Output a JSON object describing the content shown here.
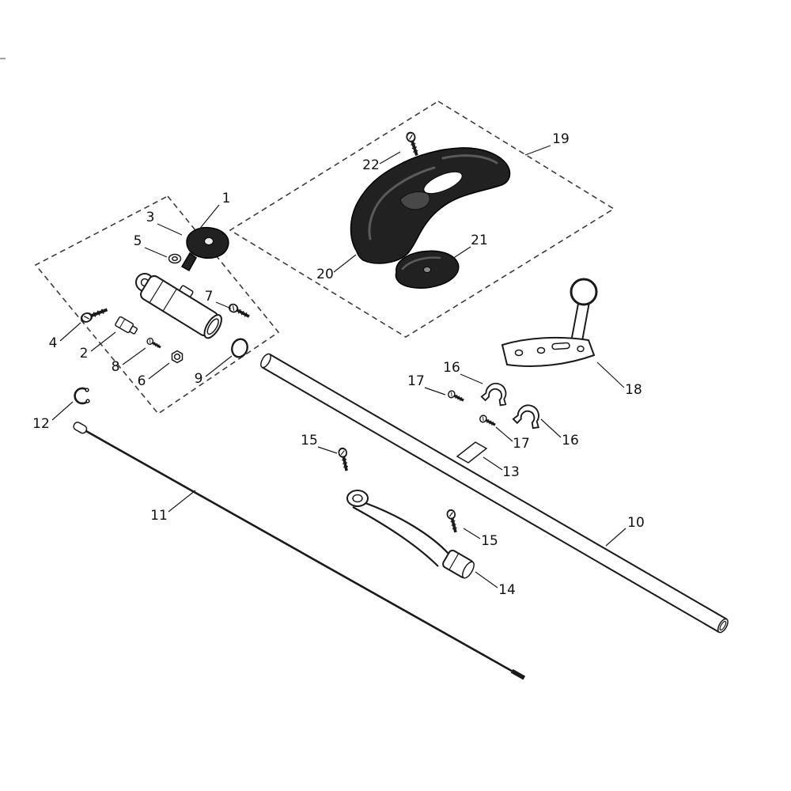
{
  "page": {
    "background_color": "#ffffff",
    "line_color": "#1a1a1a"
  },
  "diagram": {
    "kind": "exploded-parts-diagram",
    "description": "Exploded view of shaft, handle and bracket assembly with numbered part callouts",
    "callouts": [
      {
        "part": "1"
      },
      {
        "part": "3"
      },
      {
        "part": "5"
      },
      {
        "part": "7"
      },
      {
        "part": "4"
      },
      {
        "part": "2"
      },
      {
        "part": "8"
      },
      {
        "part": "6"
      },
      {
        "part": "9"
      },
      {
        "part": "12"
      },
      {
        "part": "11"
      },
      {
        "part": "15"
      },
      {
        "part": "13"
      },
      {
        "part": "17"
      },
      {
        "part": "16"
      },
      {
        "part": "16"
      },
      {
        "part": "17"
      },
      {
        "part": "18"
      },
      {
        "part": "19"
      },
      {
        "part": "20"
      },
      {
        "part": "21"
      },
      {
        "part": "22"
      },
      {
        "part": "10"
      },
      {
        "part": "14"
      },
      {
        "part": "15"
      }
    ]
  }
}
